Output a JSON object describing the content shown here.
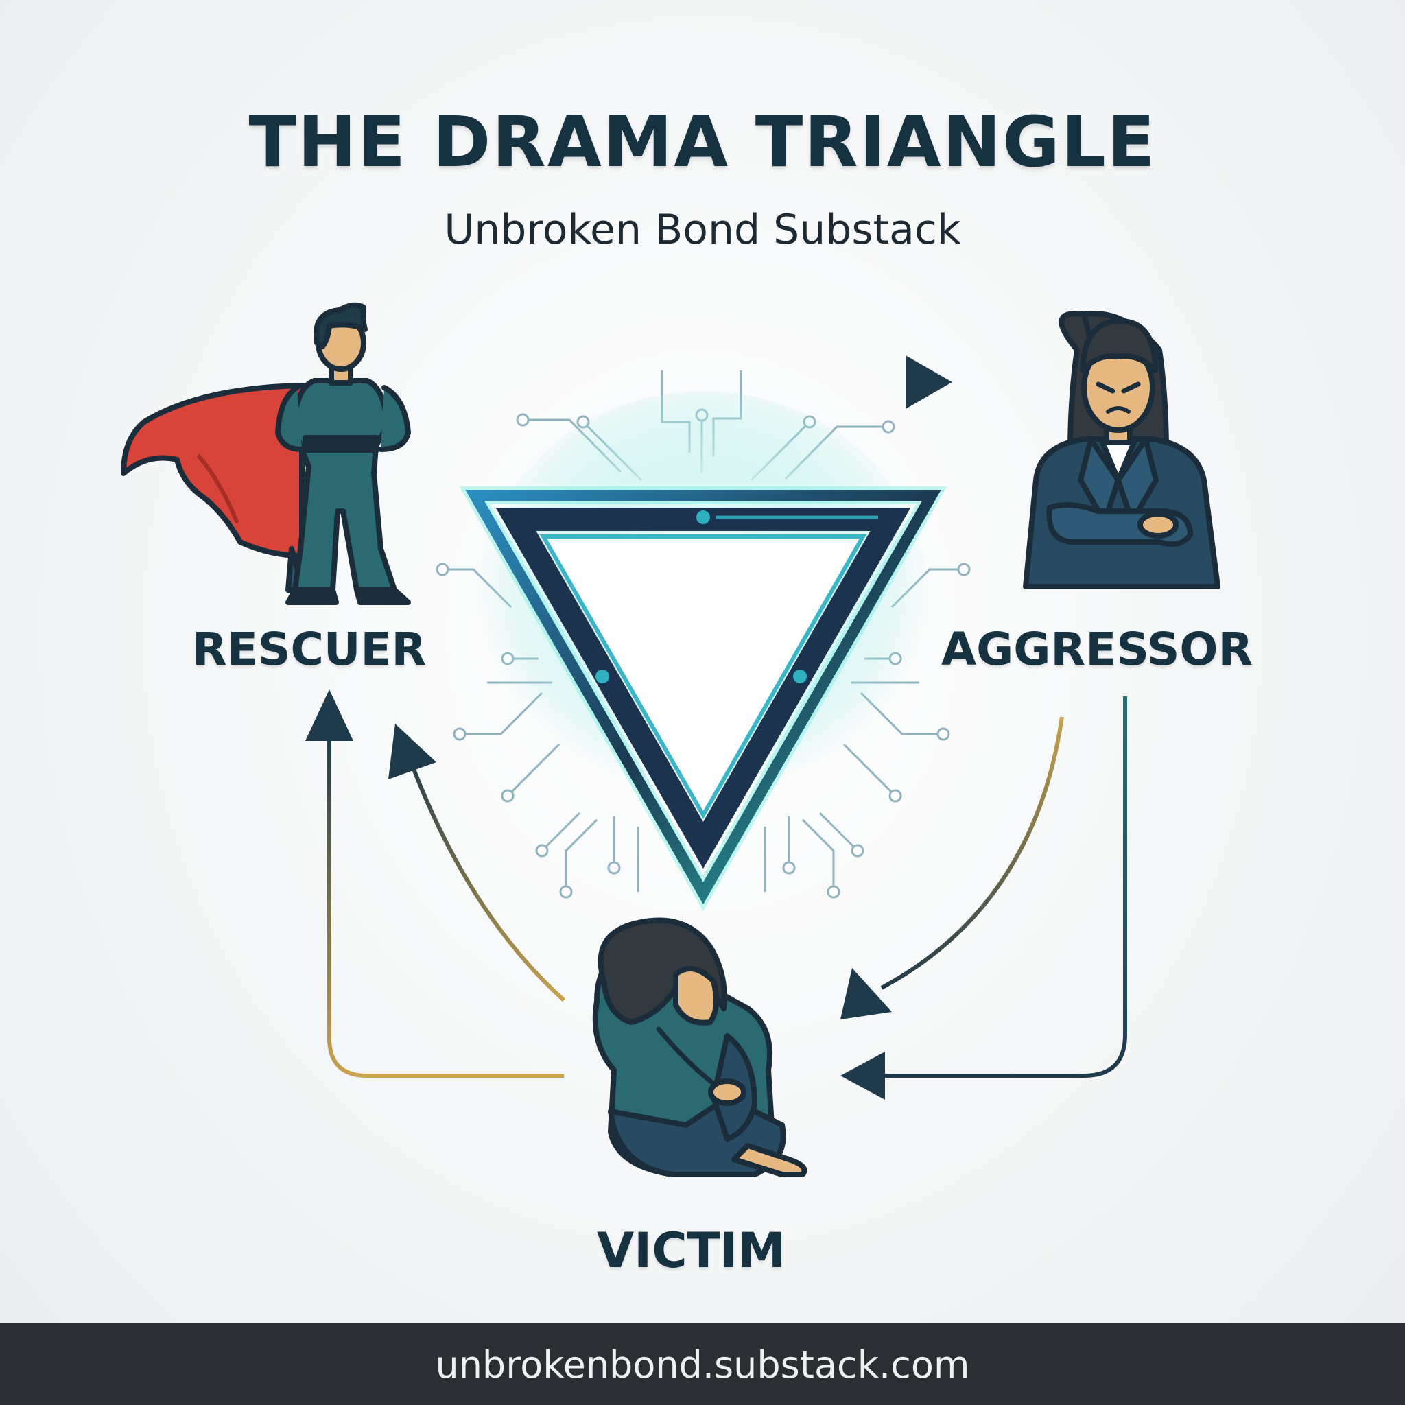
{
  "header": {
    "title": "THE DRAMA TRIANGLE",
    "subtitle": "Unbroken Bond Substack"
  },
  "roles": {
    "rescuer": "RESCUER",
    "aggressor": "AGGRESSOR",
    "victim": "VICTIM"
  },
  "footer": {
    "url": "unbrokenbond.substack.com"
  },
  "colors": {
    "dark_navy": "#16313f",
    "teal": "#2c6f78",
    "gold": "#c9a24e",
    "cape_red": "#d9443a",
    "skin": "#e6b983",
    "glow": "#7fe3df",
    "footer_bg": "#2b2f33"
  }
}
